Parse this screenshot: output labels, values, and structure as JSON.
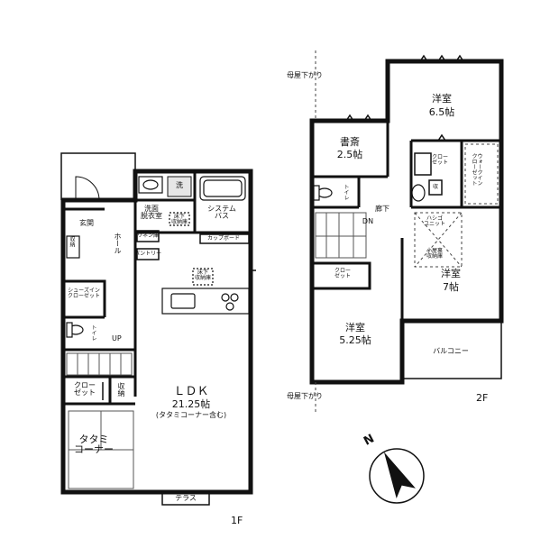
{
  "floor1": {
    "floor_label": "1F",
    "entrance": "玄関",
    "shoes_storage": "収納",
    "hall": "ホール",
    "shoes_in_closet": "シューズイン\nクローゼット",
    "toilet": "トイレ",
    "up": "UP",
    "washroom": "洗面\n脱衣室",
    "laundry": "洗",
    "floor_storage": "床下\n収納庫",
    "system_bath": "システム\nバス",
    "linen": "リネン庫",
    "cupboard": "カップボード",
    "pantry": "パントリー",
    "floor_storage_2": "床下\n収納庫",
    "ldk_name": "ＬＤＫ",
    "ldk_size": "21.25帖",
    "ldk_note": "(タタミコーナー含む)",
    "closet": "クロー\nゼット",
    "storage": "収納",
    "tatami_corner": "タタミ\nコーナー",
    "terrace": "テラス"
  },
  "floor2": {
    "floor_label": "2F",
    "eave_top": "母屋下がり",
    "eave_bottom": "母屋下がり",
    "western_room_1_name": "洋室",
    "western_room_1_size": "6.5帖",
    "study_name": "書斎",
    "study_size": "2.5帖",
    "closet_small": "クロー\nゼット",
    "walk_in_closet": "ウォークイン\nクローゼット",
    "hallway": "廊下",
    "dn": "DN",
    "toilet": "トイレ",
    "storage": "収",
    "hatch": "ハシゴ\nユニット",
    "attic": "小屋裏\n収納庫",
    "closet_2": "クロー\nゼット",
    "western_room_2_name": "洋室",
    "western_room_2_size": "7帖",
    "western_room_3_name": "洋室",
    "western_room_3_size": "5.25帖",
    "balcony": "バルコニー"
  },
  "compass": {
    "north": "N"
  }
}
